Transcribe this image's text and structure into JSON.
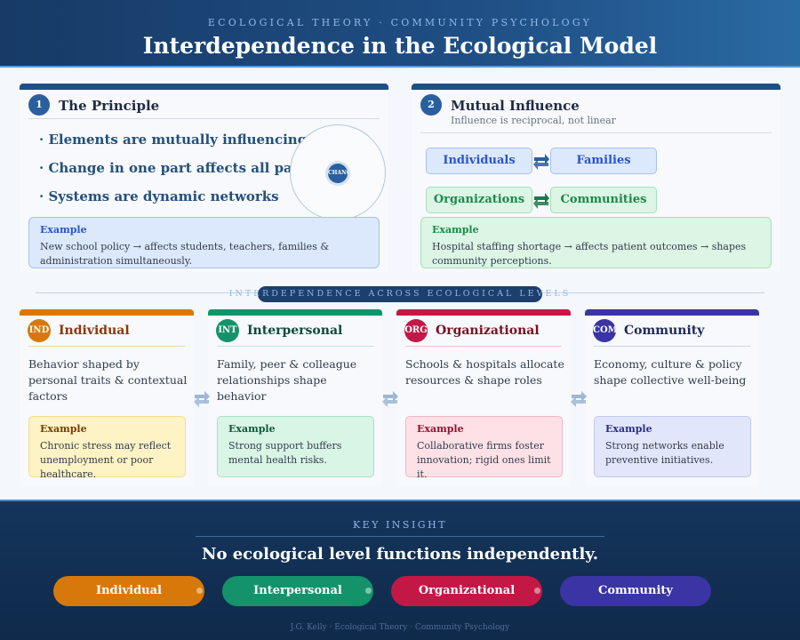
{
  "header": {
    "kicker": "ECOLOGICAL THEORY · COMMUNITY PSYCHOLOGY",
    "title": "Interdependence in the Ecological Model"
  },
  "principle": {
    "number": "1",
    "title": "The Principle",
    "bullets": [
      "· Elements are mutually influencing",
      "· Change in one part affects all parts",
      "· Systems are dynamic networks"
    ],
    "circle_label": "CHANGE",
    "example_label": "Example",
    "example_text": "New school policy → affects students, teachers, families & administration simultaneously."
  },
  "mutual": {
    "number": "2",
    "title": "Mutual Influence",
    "subtitle": "Influence is reciprocal, not linear",
    "nodes": [
      "Individuals",
      "Families",
      "Organizations",
      "Communities"
    ],
    "example_label": "Example",
    "example_text": "Hospital staffing shortage → affects patient outcomes → shapes community perceptions."
  },
  "divider": {
    "label": "INTERDEPENDENCE ACROSS ECOLOGICAL LEVELS"
  },
  "levels": [
    {
      "icon": "IND",
      "title": "Individual",
      "color": "#d9780a",
      "desc": "Behavior shaped by personal traits & contextual factors",
      "example_label": "Example",
      "example_text": "Chronic stress may reflect unemployment or poor healthcare."
    },
    {
      "icon": "INT",
      "title": "Interpersonal",
      "color": "#14936a",
      "desc": "Family, peer & colleague relationships shape behavior",
      "example_label": "Example",
      "example_text": "Strong support buffers mental health risks."
    },
    {
      "icon": "ORG",
      "title": "Organizational",
      "color": "#c31845",
      "desc": "Schools & hospitals allocate resources & shape roles",
      "example_label": "Example",
      "example_text": "Collaborative firms foster innovation; rigid ones limit it."
    },
    {
      "icon": "COM",
      "title": "Community",
      "color": "#3a34a4",
      "desc": "Economy, culture & policy shape collective well-being",
      "example_label": "Example",
      "example_text": "Strong networks enable preventive initiatives."
    }
  ],
  "insight": {
    "label": "KEY INSIGHT",
    "statement": "No ecological level functions independently.",
    "pills": [
      "Individual",
      "Interpersonal",
      "Organizational",
      "Community"
    ]
  },
  "footer": {
    "credit": "J.G. Kelly · Ecological Theory · Community Psychology"
  }
}
